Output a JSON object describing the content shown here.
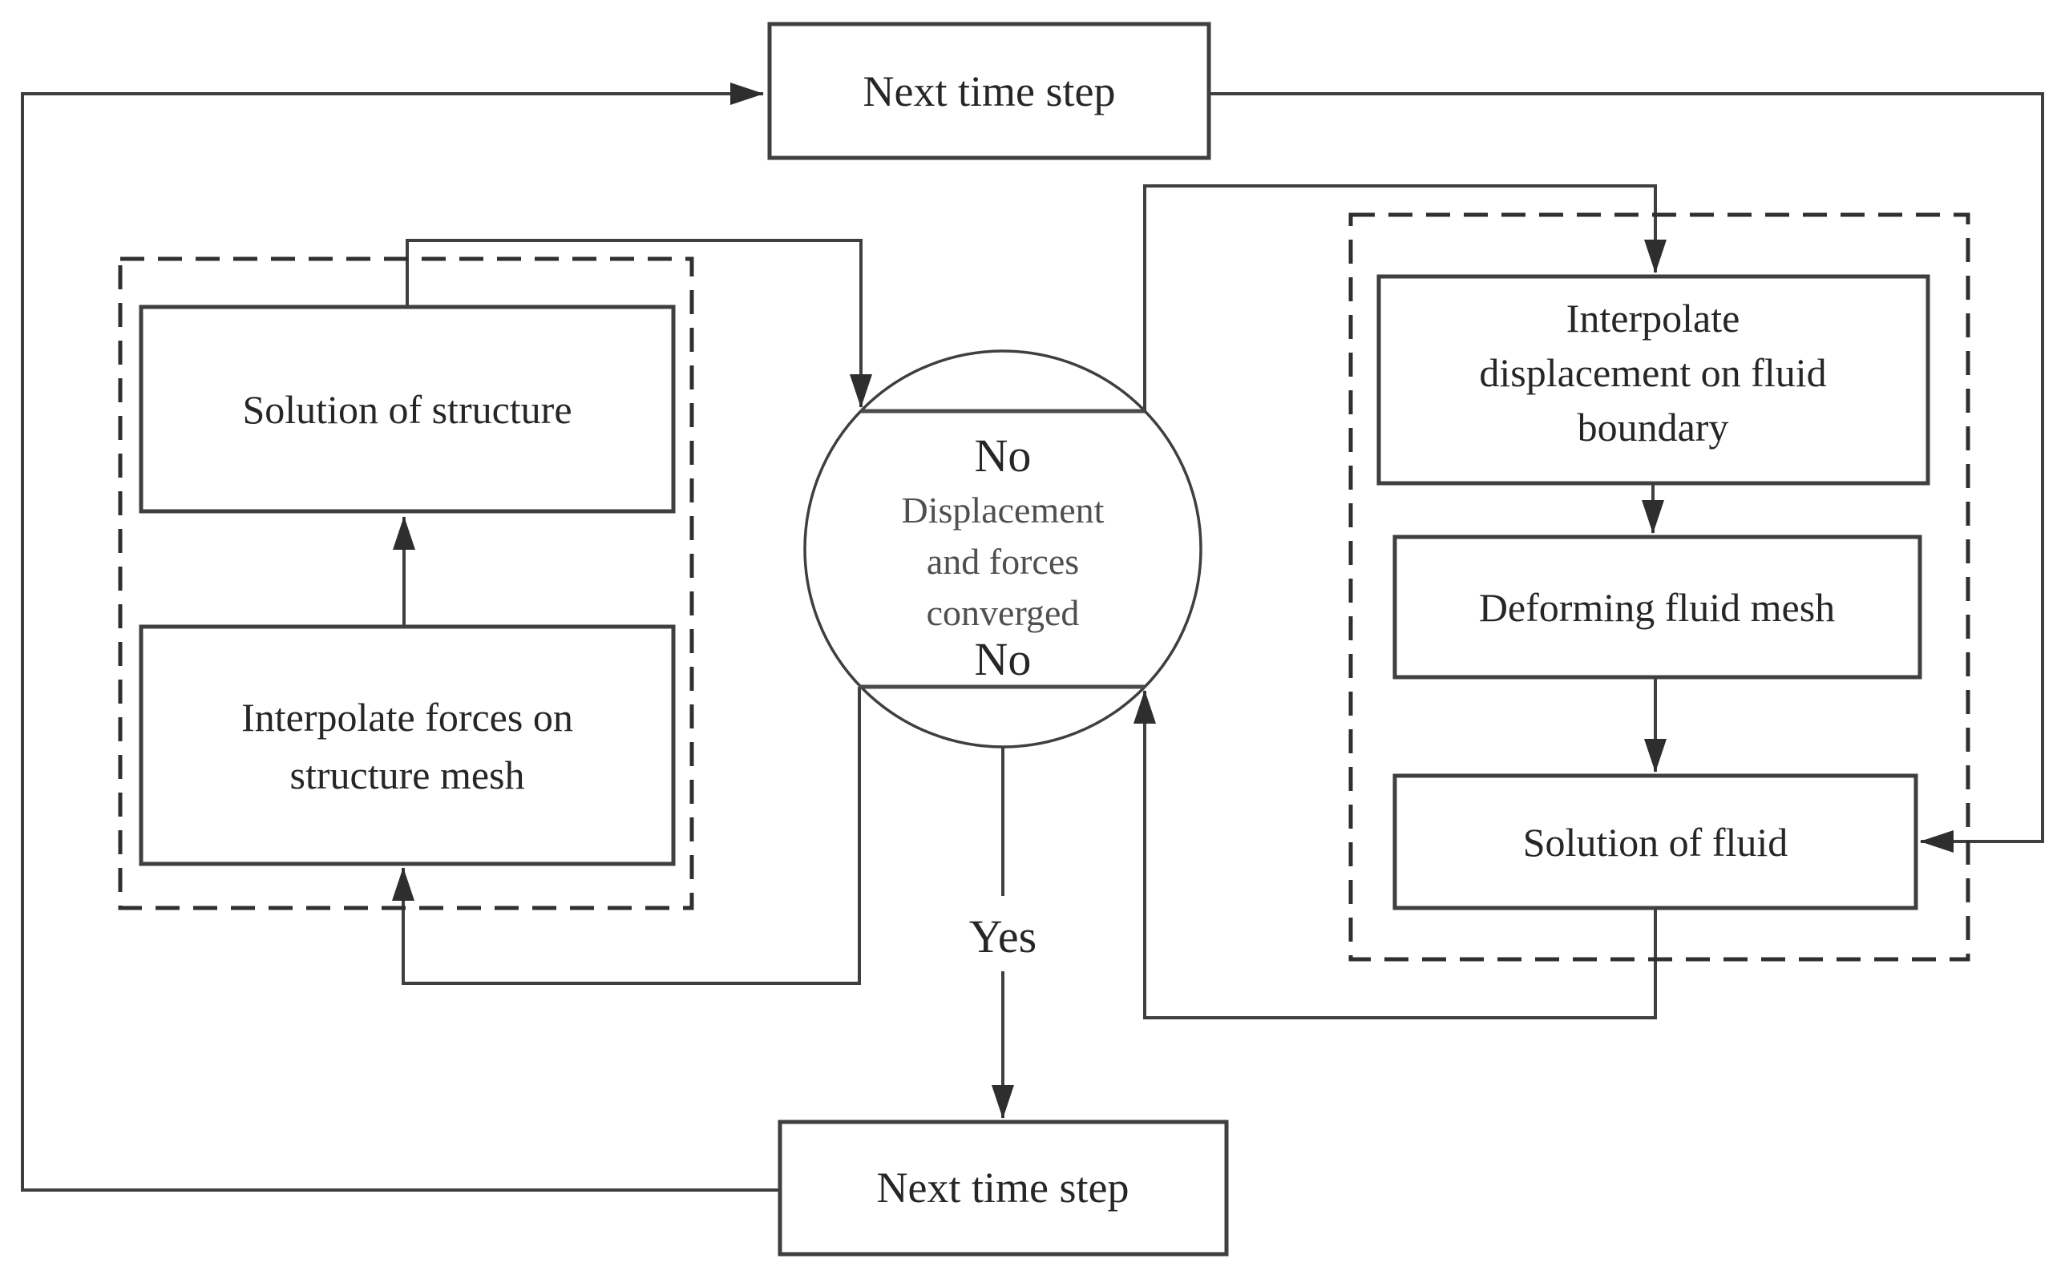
{
  "figure": {
    "colors": {
      "background": "#ffffff",
      "line_stroke": "#3f3f3f",
      "dashed_stroke": "#2f2f2f",
      "label_text": "#262626",
      "decision_text": "#4f4f4f",
      "arrowhead": "#2e2e2e"
    },
    "nodes": {
      "next_time_step_top": {
        "label": "Next time step"
      },
      "solution_of_structure": {
        "label": "Solution of structure"
      },
      "interpolate_forces": {
        "line1": "Interpolate forces on",
        "line2": "structure mesh"
      },
      "interpolate_displacement": {
        "line1": "Interpolate",
        "line2": "displacement on fluid",
        "line3": "boundary"
      },
      "deforming_fluid_mesh": {
        "label": "Deforming fluid mesh"
      },
      "solution_of_fluid": {
        "label": "Solution of fluid"
      },
      "next_time_step_bottom": {
        "label": "Next time step"
      }
    },
    "decision": {
      "no_top": "No",
      "condition_line1": "Displacement",
      "condition_line2": "and forces",
      "condition_line3": "converged",
      "no_bottom": "No",
      "yes_label": "Yes"
    }
  }
}
